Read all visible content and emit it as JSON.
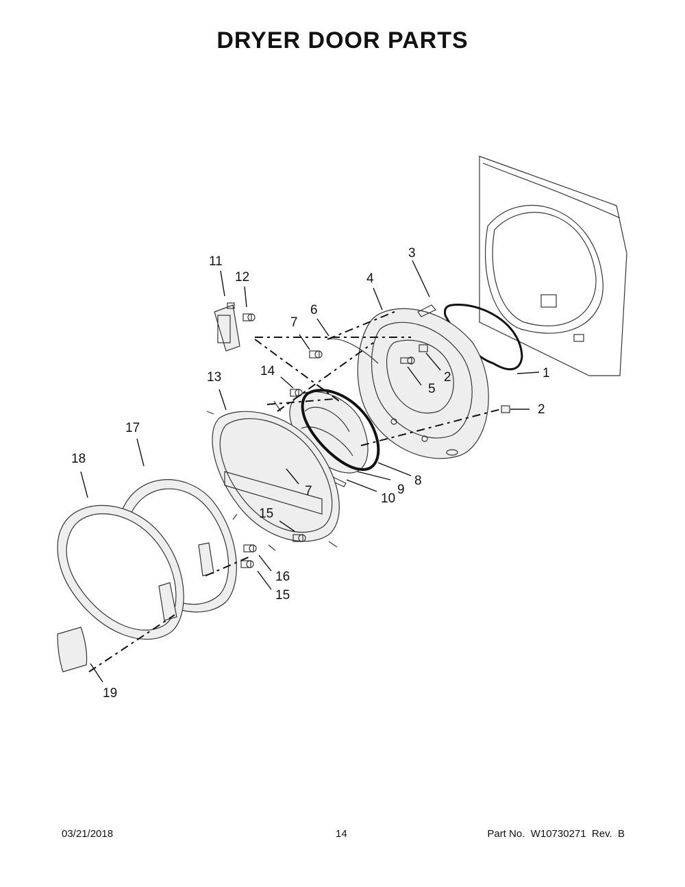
{
  "title": "DRYER DOOR PARTS",
  "callouts": [
    "1",
    "2",
    "2",
    "3",
    "4",
    "5",
    "6",
    "7",
    "7",
    "8",
    "9",
    "10",
    "11",
    "12",
    "13",
    "14",
    "15",
    "15",
    "16",
    "17",
    "18",
    "19"
  ],
  "footer": {
    "date": "03/21/2018",
    "page": "14",
    "part_number": "Part No.  W10730271  Rev.  B"
  }
}
